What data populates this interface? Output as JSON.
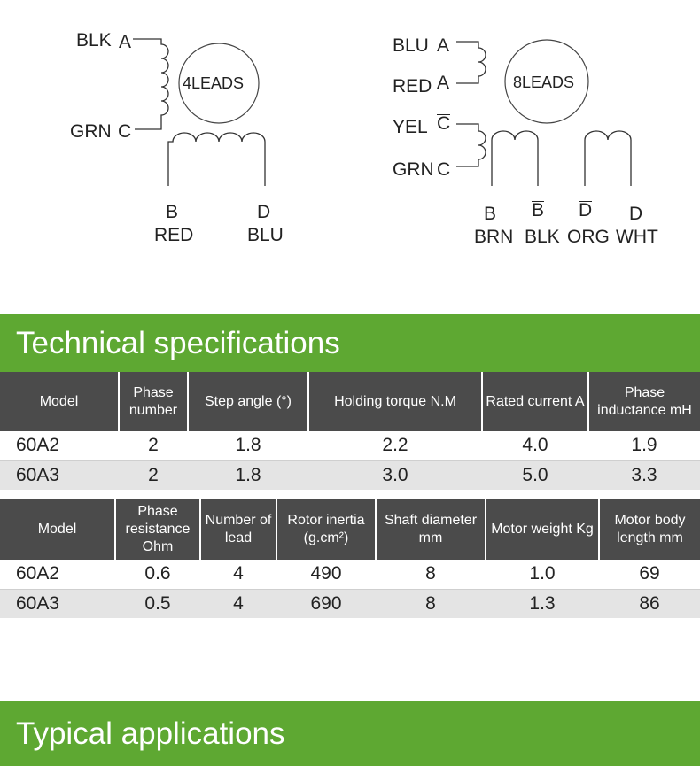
{
  "diagram_4": {
    "title": "4LEADS",
    "wire_a": {
      "color": "BLK",
      "terminal": "A"
    },
    "wire_c": {
      "color": "GRN",
      "terminal": "C"
    },
    "wire_b": {
      "terminal": "B",
      "color": "RED"
    },
    "wire_d": {
      "terminal": "D",
      "color": "BLU"
    }
  },
  "diagram_8": {
    "title": "8LEADS",
    "left_wires": [
      {
        "color": "BLU",
        "terminal": "A",
        "bar": false
      },
      {
        "color": "RED",
        "terminal": "A",
        "bar": true
      },
      {
        "color": "YEL",
        "terminal": "C",
        "bar": true
      },
      {
        "color": "GRN",
        "terminal": "C",
        "bar": false
      }
    ],
    "bottom_wires": [
      {
        "terminal": "B",
        "color": "BRN",
        "bar": false
      },
      {
        "terminal": "B",
        "color": "BLK",
        "bar": true
      },
      {
        "terminal": "D",
        "color": "ORG",
        "bar": true
      },
      {
        "terminal": "D",
        "color": "WHT",
        "bar": false
      }
    ]
  },
  "section1_title": "Technical specifications",
  "table1": {
    "headers": [
      "Model",
      "Phase number",
      "Step angle (°)",
      "Holding torque N.M",
      "Rated current A",
      "Phase inductance mH"
    ],
    "rows": [
      [
        "60A2",
        "2",
        "1.8",
        "2.2",
        "4.0",
        "1.9"
      ],
      [
        "60A3",
        "2",
        "1.8",
        "3.0",
        "5.0",
        "3.3"
      ]
    ]
  },
  "table2": {
    "headers": [
      "Model",
      "Phase resistance Ohm",
      "Number of lead",
      "Rotor inertia (g.cm²)",
      "Shaft diameter mm",
      "Motor weight Kg",
      "Motor body length mm"
    ],
    "rows": [
      [
        "60A2",
        "0.6",
        "4",
        "490",
        "8",
        "1.0",
        "69"
      ],
      [
        "60A3",
        "0.5",
        "4",
        "690",
        "8",
        "1.3",
        "86"
      ]
    ]
  },
  "section2_title": "Typical applications",
  "colors": {
    "banner": "#5ea832",
    "header": "#4b4b4b",
    "row_alt": "#e4e4e4"
  }
}
